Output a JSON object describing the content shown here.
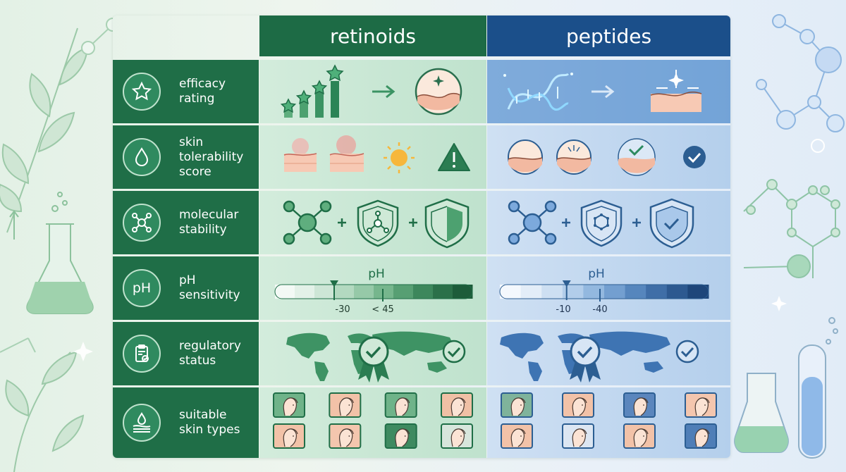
{
  "columns": {
    "retinoids": "retinoids",
    "peptides": "peptides"
  },
  "rows": [
    {
      "line1": "efficacy",
      "line2": "rating",
      "line3": ""
    },
    {
      "line1": "skin",
      "line2": "tolerability",
      "line3": "score"
    },
    {
      "line1": "molecular",
      "line2": "stability",
      "line3": ""
    },
    {
      "line1": "pH",
      "line2": "sensitivity",
      "line3": ""
    },
    {
      "line1": "regulatory",
      "line2": "status",
      "line3": ""
    },
    {
      "line1": "suitable",
      "line2": "skin types",
      "line3": ""
    }
  ],
  "ph": {
    "retinoids": {
      "label": "pH",
      "low": "-30",
      "high": "< 45",
      "marker": 0.3
    },
    "peptides": {
      "label": "pH",
      "low": "-10",
      "high": "-40",
      "marker": 0.32
    }
  },
  "icons": {
    "row_icons": [
      "star-icon",
      "water-drop-icon",
      "molecule-icon",
      "ph-badge",
      "clipboard-check-icon",
      "skin-layer-drop-icon"
    ],
    "ph_badge_text": "pH"
  },
  "colors": {
    "retinoid_green": "#1d6b45",
    "peptide_blue": "#1b4f8a"
  }
}
